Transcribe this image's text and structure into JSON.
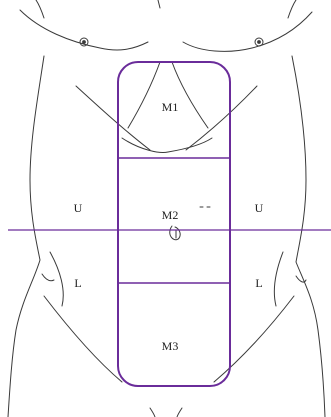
{
  "colors": {
    "line": "#6a2c9a",
    "sketch": "#3a3a3a"
  },
  "regions": {
    "m1": "M1",
    "m2": "M2",
    "m3": "M3",
    "upper_left": "U",
    "upper_right": "U",
    "lower_left": "L",
    "lower_right": "L"
  }
}
